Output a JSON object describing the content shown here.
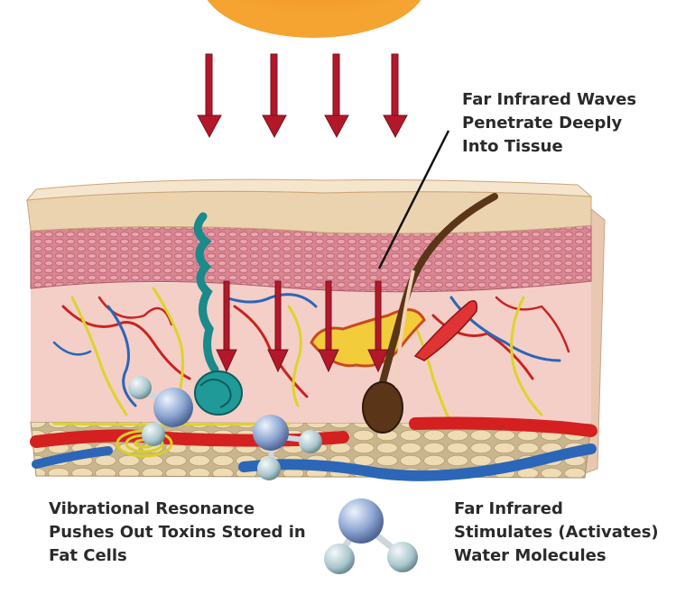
{
  "labels": {
    "infrared_waves": [
      "Far Infrared Waves",
      "Penetrate Deeply",
      "Into Tissue"
    ],
    "vibrational": [
      "Vibrational Resonance",
      "Pushes Out Toxins Stored in",
      "Fat Cells"
    ],
    "water": [
      "Far Infrared",
      "Stimulates (Activates)",
      "Water Molecules"
    ]
  },
  "colors": {
    "sun": "#f39322",
    "arrow": "#b3182a",
    "skin_top": "#ecd3b0",
    "epidermis": "#d98a95",
    "dermis": "#f3cfc8",
    "fat": "#efdcb4",
    "artery": "#d42020",
    "vein": "#2b66b8",
    "nerve": "#dcd42a",
    "gland": "#1a8a8a",
    "hair": "#5a3518",
    "molecule": "#9fb4d6"
  }
}
